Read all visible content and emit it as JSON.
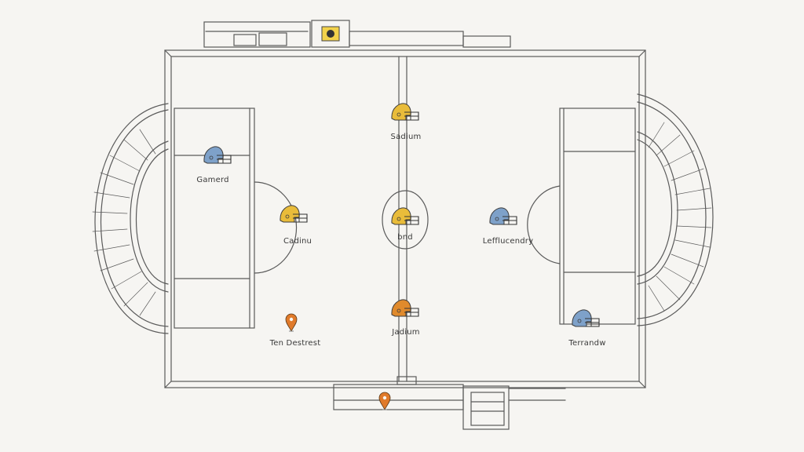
{
  "colors": {
    "ink": "#555555",
    "paper": "#f6f5f2",
    "blue_helmet": "#7ea1c9",
    "yellow_helmet": "#e9bc3a",
    "orange_helmet": "#e08a2c",
    "orange_pin": "#e07a2a"
  },
  "markers": [
    {
      "id": "gamerd",
      "label": "Gamerd",
      "icon": "helmet-icon",
      "color": "blue"
    },
    {
      "id": "sadium",
      "label": "Sadium",
      "icon": "helmet-icon",
      "color": "yellow"
    },
    {
      "id": "bnd",
      "label": "bnd",
      "icon": "helmet-icon",
      "color": "yellow"
    },
    {
      "id": "cadinu",
      "label": "Cadinu",
      "icon": "helmet-icon",
      "color": "yellow"
    },
    {
      "id": "lefflucendry",
      "label": "Lefflucendry",
      "icon": "helmet-icon",
      "color": "blue"
    },
    {
      "id": "jadium",
      "label": "Jadium",
      "icon": "helmet-icon",
      "color": "orange"
    },
    {
      "id": "terrandw",
      "label": "Terrandw",
      "icon": "helmet-icon",
      "color": "blue"
    },
    {
      "id": "ten-destrest",
      "label": "Ten Destrest",
      "icon": "map-pin-icon",
      "color": "orange"
    },
    {
      "id": "bottom-pin",
      "label": "",
      "icon": "map-pin-icon",
      "color": "orange"
    }
  ]
}
